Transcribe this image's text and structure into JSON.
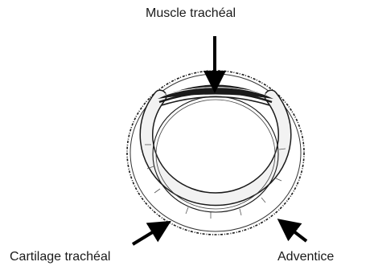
{
  "labels": {
    "muscle": "Muscle trachéal",
    "cartilage": "Cartilage trachéal",
    "adventice": "Adventice"
  },
  "colors": {
    "ink": "#1a1a1a",
    "arrow": "#000000",
    "cartilage_fill": "#f2f2f2",
    "background": "#ffffff"
  }
}
